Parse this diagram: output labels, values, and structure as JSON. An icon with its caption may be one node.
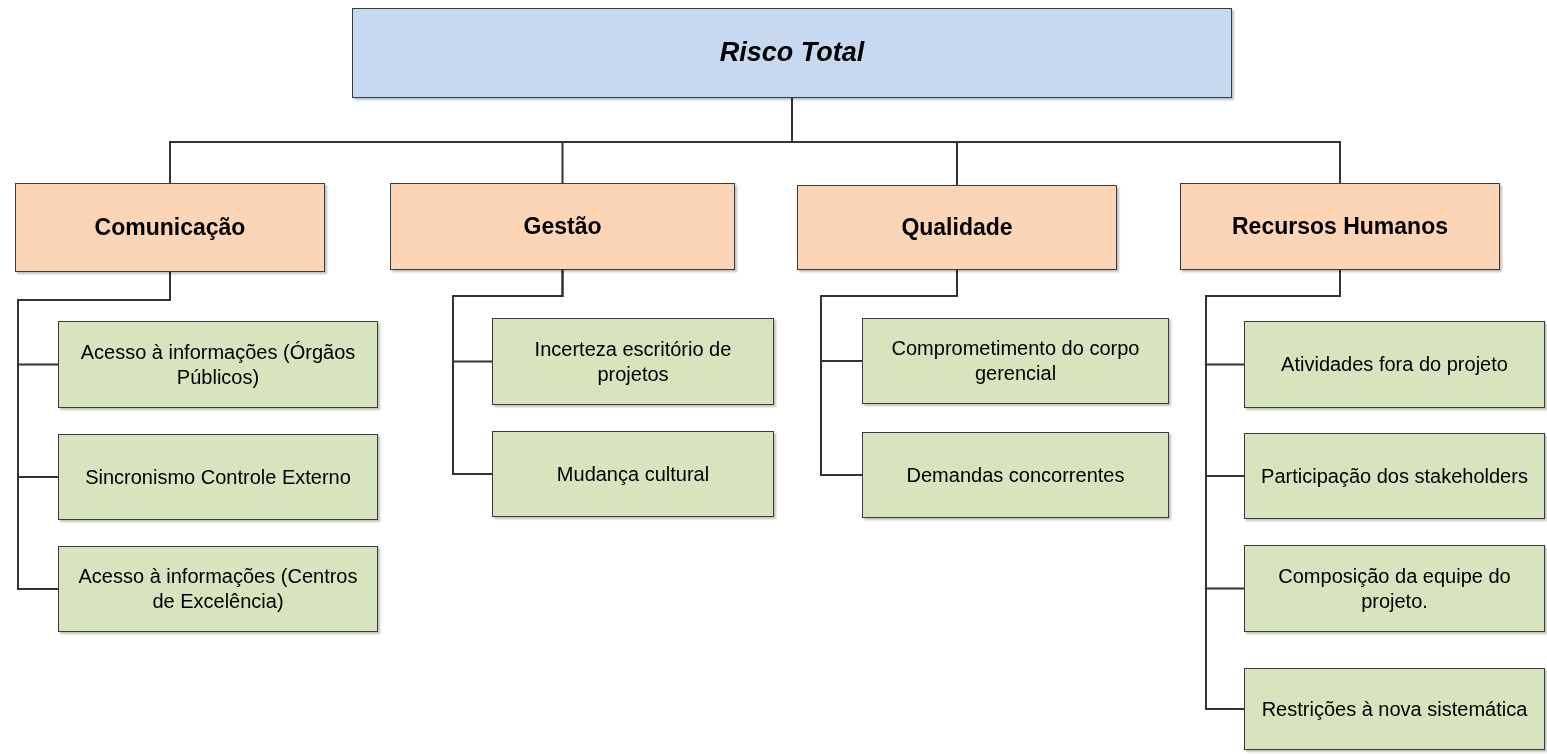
{
  "diagram": {
    "nodes": [
      {
        "text": [
          "Risco Total"
        ]
      },
      {
        "text": [
          "Comunicação"
        ]
      },
      {
        "text": [
          "Gestão"
        ]
      },
      {
        "text": [
          "Qualidade"
        ]
      },
      {
        "text": [
          "Recursos Humanos"
        ]
      },
      {
        "text": [
          "Acesso à informações (Órgãos Públicos)"
        ]
      },
      {
        "text": [
          "Sincronismo Controle Externo"
        ]
      },
      {
        "text": [
          "Acesso à informações (Centros de Excelência)"
        ]
      },
      {
        "text": [
          "Incerteza escritório de projetos"
        ]
      },
      {
        "text": [
          "Mudança cultural"
        ]
      },
      {
        "text": [
          "Comprometimento do corpo gerencial"
        ]
      },
      {
        "text": [
          "Demandas concorrentes"
        ]
      },
      {
        "text": [
          "Atividades fora do projeto"
        ]
      },
      {
        "text": [
          "Participação dos stakeholders"
        ]
      },
      {
        "text": [
          "Composição da equipe do projeto."
        ]
      },
      {
        "text": [
          "Restrições à nova sistemática"
        ]
      }
    ],
    "edges": [
      {
        "from": 0,
        "to": 1,
        "arrow": "none"
      },
      {
        "from": 0,
        "to": 2,
        "arrow": "none"
      },
      {
        "from": 0,
        "to": 3,
        "arrow": "none"
      },
      {
        "from": 0,
        "to": 4,
        "arrow": "none"
      },
      {
        "from": 1,
        "to": 5,
        "arrow": "none"
      },
      {
        "from": 1,
        "to": 6,
        "arrow": "none"
      },
      {
        "from": 1,
        "to": 7,
        "arrow": "none"
      },
      {
        "from": 2,
        "to": 8,
        "arrow": "none"
      },
      {
        "from": 2,
        "to": 9,
        "arrow": "none"
      },
      {
        "from": 3,
        "to": 10,
        "arrow": "none"
      },
      {
        "from": 3,
        "to": 11,
        "arrow": "none"
      },
      {
        "from": 4,
        "to": 12,
        "arrow": "none"
      },
      {
        "from": 4,
        "to": 13,
        "arrow": "none"
      },
      {
        "from": 4,
        "to": 14,
        "arrow": "none"
      },
      {
        "from": 4,
        "to": 15,
        "arrow": "none"
      }
    ]
  }
}
